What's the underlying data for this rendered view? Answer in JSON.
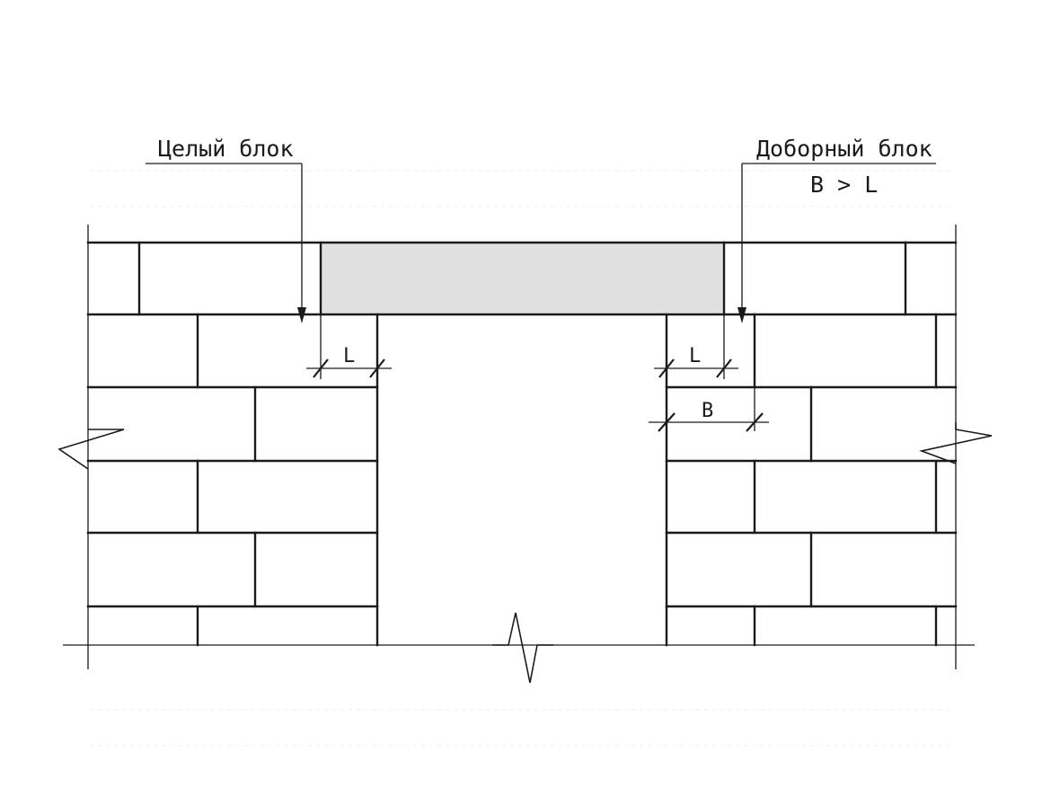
{
  "labels": {
    "whole_block": "Целый блок",
    "extra_block": "Доборный блок",
    "extra_block_condition": "B > L"
  },
  "dimensions": {
    "left_bearing": "L",
    "right_bearing": "L",
    "extra_block_width": "B"
  },
  "colors": {
    "line": "#1a1a1a",
    "lintel_fill": "#e0e0e0",
    "background": "#ffffff"
  }
}
